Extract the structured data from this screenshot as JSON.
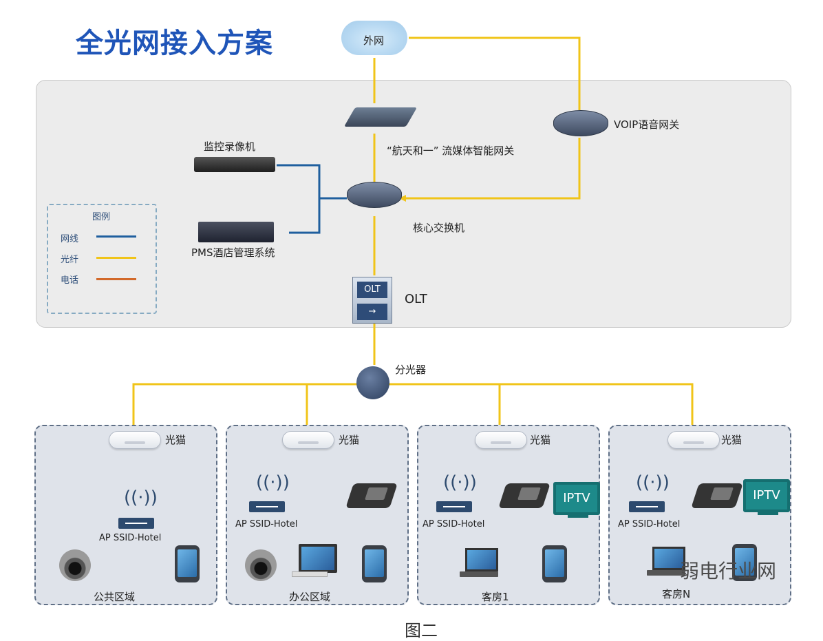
{
  "title": "全光网接入方案",
  "cloud_label": "外网",
  "core": {
    "gateway_label": "“航天和一” 流媒体智能网关",
    "voip_label": "VOIP语音网关",
    "dvr_label": "监控录像机",
    "pms_label": "PMS酒店管理系统",
    "core_switch_label": "核心交换机",
    "olt_label": "OLT",
    "olt_box_text": "OLT"
  },
  "legend": {
    "title": "图例",
    "items": [
      {
        "label": "网线",
        "color": "#1f5f9e"
      },
      {
        "label": "光纤",
        "color": "#f0c419"
      },
      {
        "label": "电话",
        "color": "#d2692a"
      }
    ]
  },
  "splitter_label": "分光器",
  "zones": [
    {
      "modem_label": "光猫",
      "ap_label": "AP SSID-Hotel",
      "name": "公共区域"
    },
    {
      "modem_label": "光猫",
      "ap_label": "AP SSID-Hotel",
      "name": "办公区域"
    },
    {
      "modem_label": "光猫",
      "ap_label": "AP SSID-Hotel",
      "name": "客房1",
      "iptv": "IPTV"
    },
    {
      "modem_label": "光猫",
      "ap_label": "AP SSID-Hotel",
      "name": "客房N",
      "iptv": "IPTV"
    }
  ],
  "caption": "图二",
  "watermark": "弱电行业网",
  "colors": {
    "network": "#1f5f9e",
    "fiber": "#f0c419",
    "phone": "#d2692a"
  }
}
